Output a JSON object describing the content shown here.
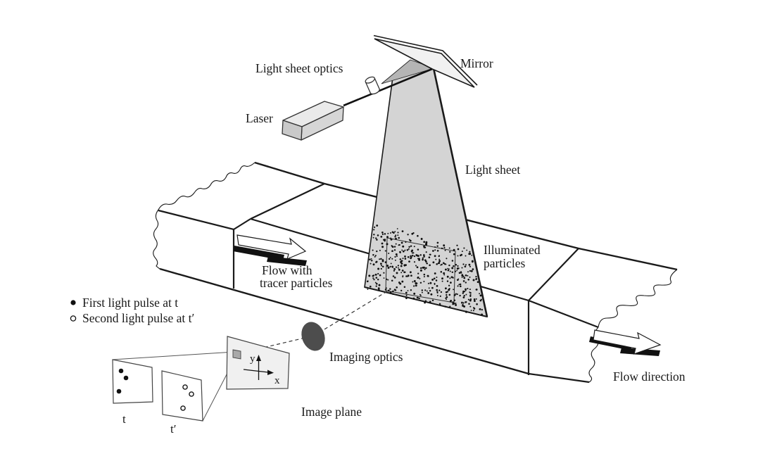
{
  "diagram": {
    "labels": {
      "laser": "Laser",
      "light_sheet_optics": "Light sheet optics",
      "mirror": "Mirror",
      "light_sheet": "Light sheet",
      "illuminated_line1": "Illuminated",
      "illuminated_line2": "particles",
      "flow_tracer_line1": "Flow with",
      "flow_tracer_line2": "tracer particles",
      "flow_direction": "Flow direction",
      "imaging_optics": "Imaging optics",
      "image_plane": "Image plane",
      "panel_t": "t",
      "panel_t_prime": "t′",
      "axis_x": "x",
      "axis_y": "y"
    },
    "legend": {
      "first_pulse": "First light pulse at t",
      "second_pulse": "Second light pulse at t′"
    },
    "colors": {
      "ink": "#1a1a1a",
      "sheet": "#d4d4d4",
      "fan": "#b5b5b5",
      "mirror": "#f1f1f1",
      "laser_top": "#eaeaea",
      "laser_front": "#d6d6d6",
      "laser_end": "#c9c9c9",
      "lens": "#4d4d4d",
      "image_plane": "#f0f0f0",
      "corner_square": "#a9a9a9",
      "particle": "#111111"
    },
    "particles": {
      "count": 470,
      "seed": 20240917
    }
  }
}
